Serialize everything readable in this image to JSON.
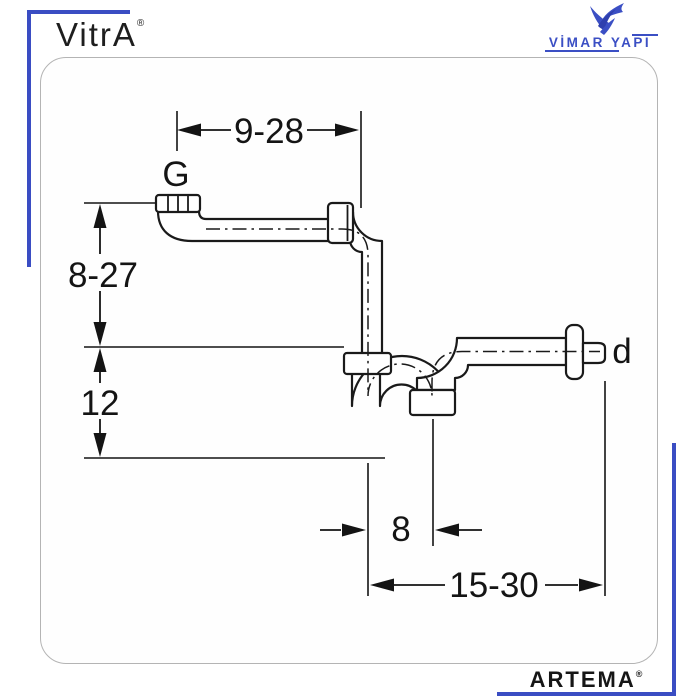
{
  "brand": {
    "vitra": "VitrA",
    "vitra_reg": "®",
    "vimar_name": "VİMAR YAPI",
    "artema": "ARTEMA",
    "artema_reg": "®"
  },
  "diagram": {
    "type": "technical-drawing",
    "subject": "Siphon / trap for washbasin, side view with installation dimensions",
    "labels": {
      "inlet_thread": "G",
      "outlet_diameter": "d"
    },
    "dimensions": {
      "top_horizontal": "9-28",
      "left_upper_vertical": "8-27",
      "left_lower_vertical": "12",
      "bottom_offset": "8",
      "bottom_outlet": "15-30"
    }
  },
  "colors": {
    "accent_blue": "#3a4dc3",
    "logo_blue": "#3b4fc4",
    "line_black": "#141414",
    "card_border": "#b4b4b4"
  }
}
